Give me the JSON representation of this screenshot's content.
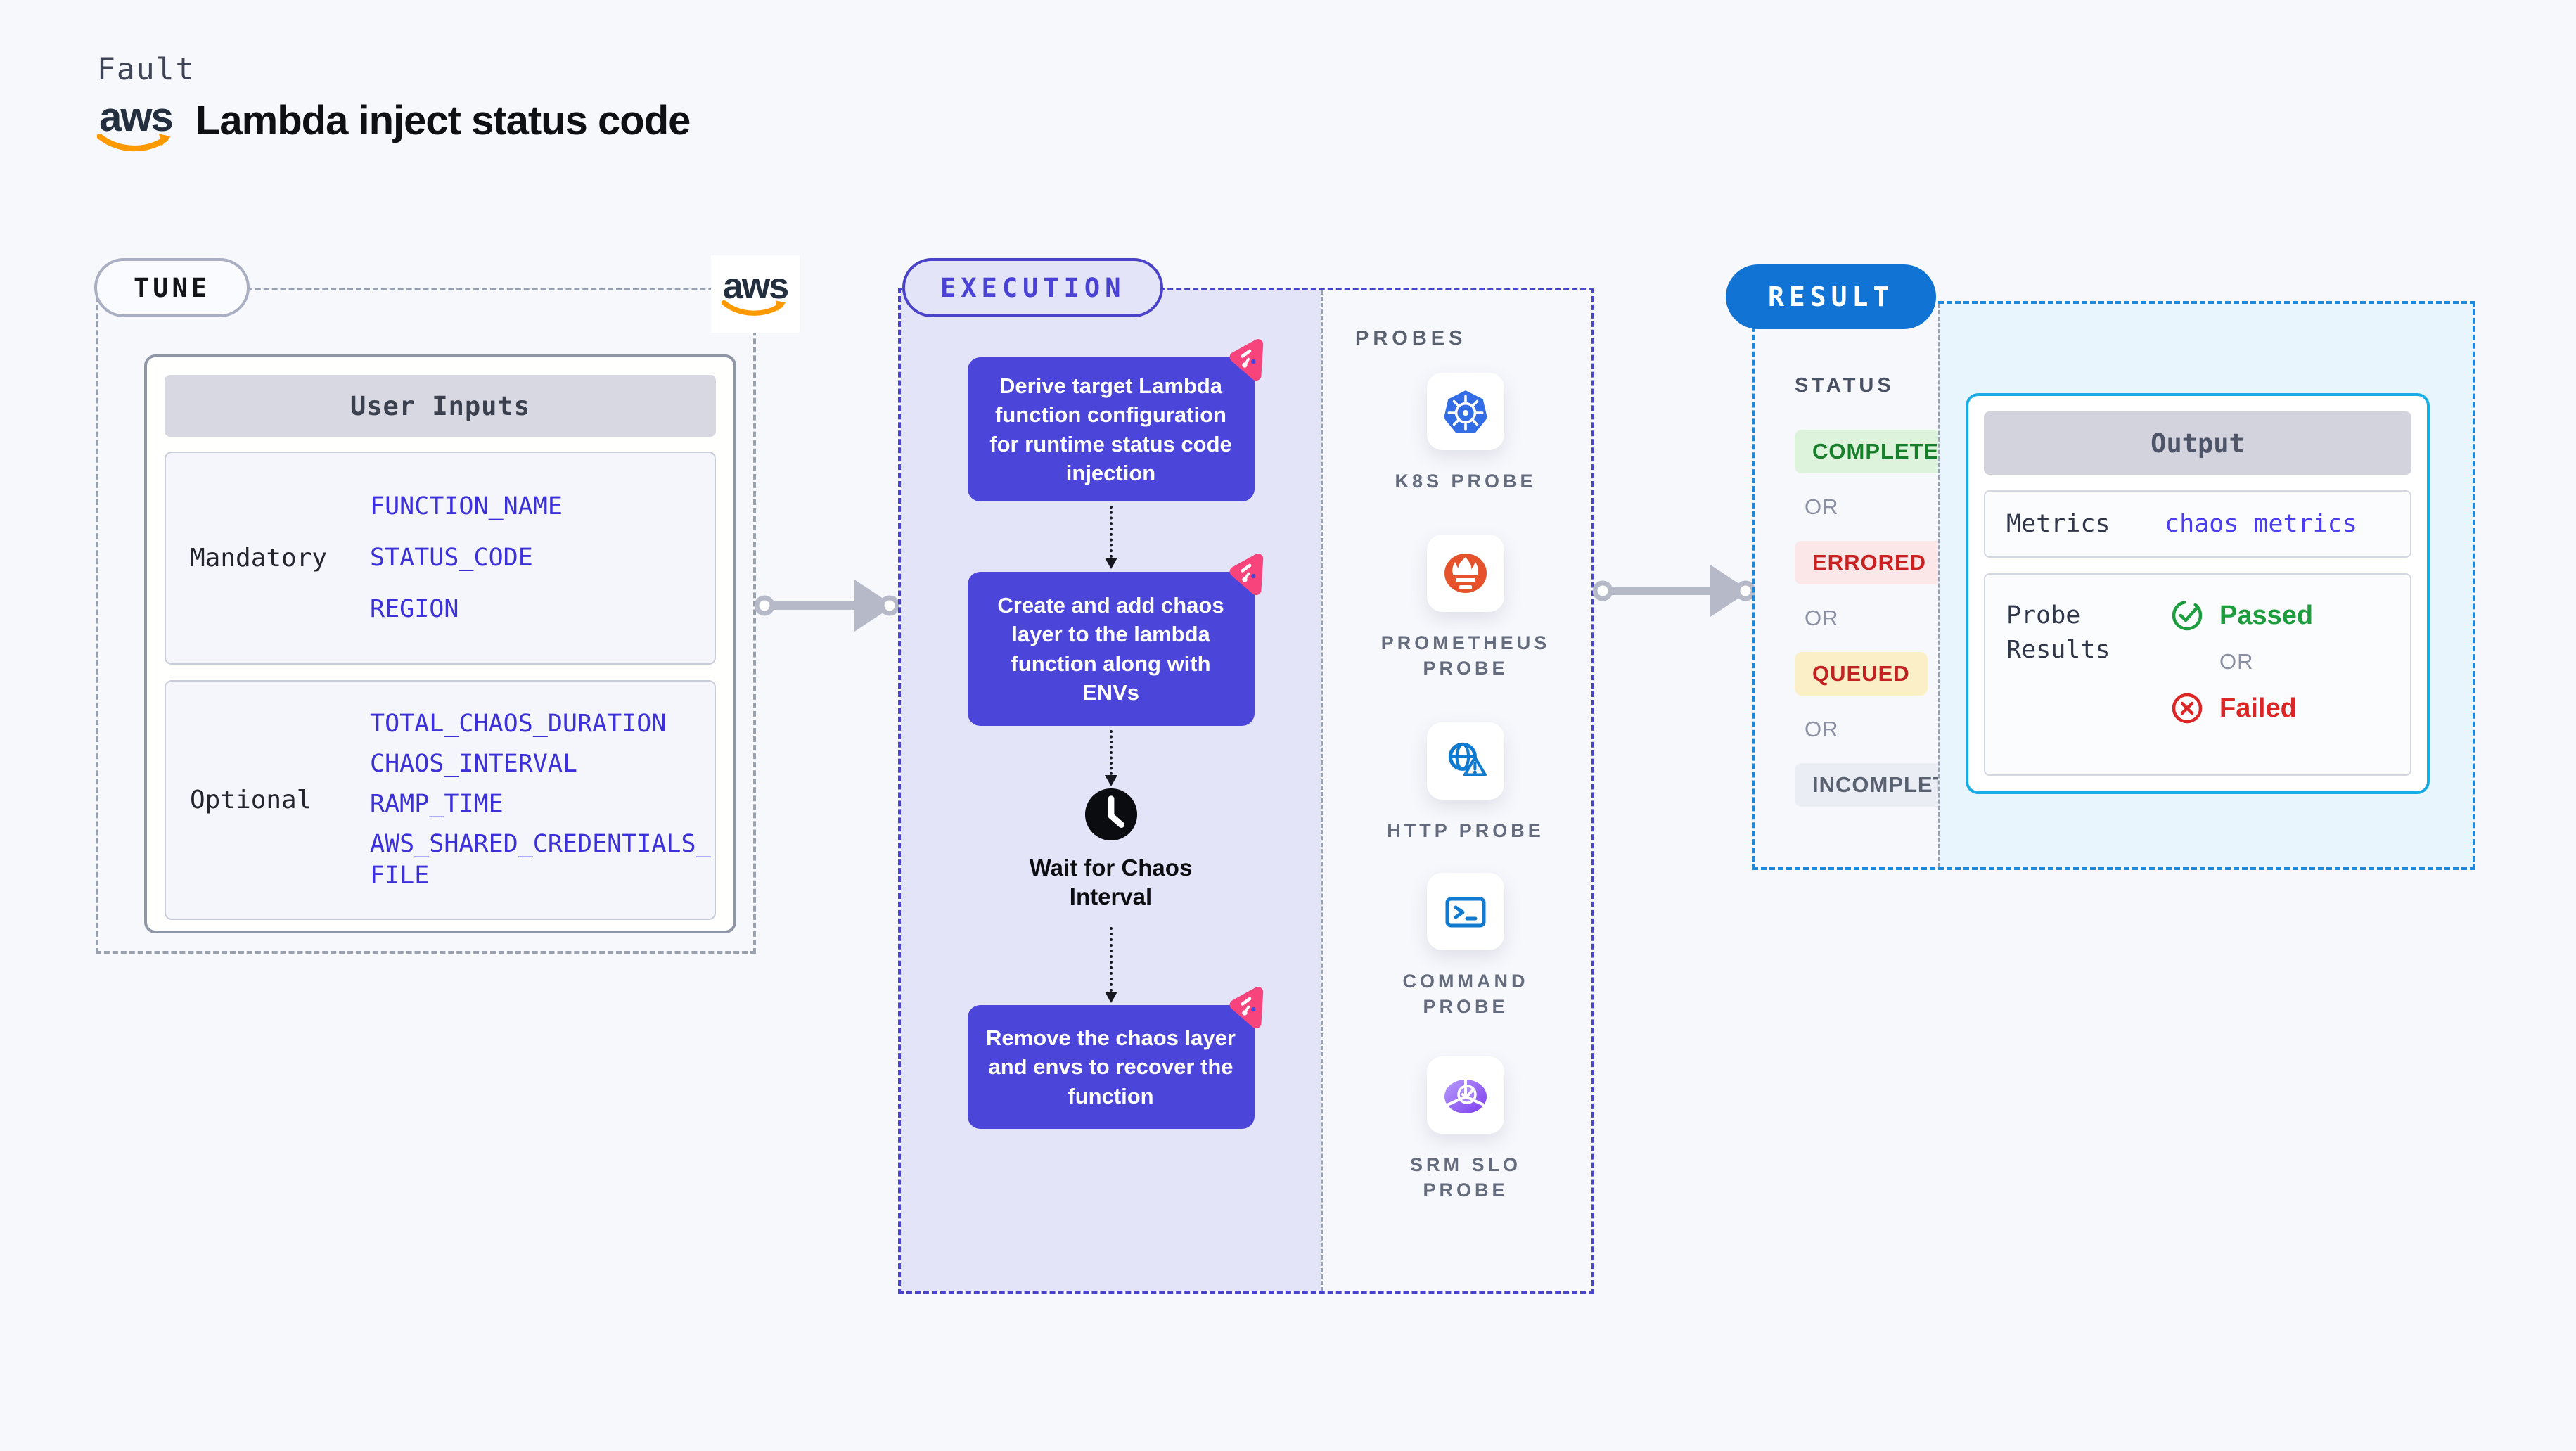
{
  "header": {
    "eyebrow": "Fault",
    "title": "Lambda inject status code",
    "aws_word": "aws"
  },
  "tune": {
    "badge": "TUNE",
    "table": {
      "header": "User Inputs",
      "rows": [
        {
          "label": "Mandatory",
          "params": [
            "FUNCTION_NAME",
            "STATUS_CODE",
            "REGION"
          ]
        },
        {
          "label": "Optional",
          "params": [
            "TOTAL_CHAOS_DURATION",
            "CHAOS_INTERVAL",
            "RAMP_TIME",
            "AWS_SHARED_CREDENTIALS_FILE"
          ]
        }
      ]
    }
  },
  "execution": {
    "badge": "EXECUTION",
    "steps": [
      "Derive target Lambda function configuration for runtime status code injection",
      "Create and add chaos layer to the lambda function along with ENVs",
      "Remove the chaos layer and envs to recover the function"
    ],
    "wait_label": "Wait for Chaos Interval"
  },
  "probes": {
    "title": "PROBES",
    "items": [
      {
        "label": "K8S PROBE",
        "icon": "kubernetes-icon"
      },
      {
        "label": "PROMETHEUS PROBE",
        "icon": "prometheus-icon"
      },
      {
        "label": "HTTP PROBE",
        "icon": "http-globe-icon"
      },
      {
        "label": "COMMAND PROBE",
        "icon": "terminal-icon"
      },
      {
        "label": "SRM SLO PROBE",
        "icon": "srm-slo-icon"
      }
    ]
  },
  "result": {
    "badge": "RESULT",
    "status_title": "STATUS",
    "or_label": "OR",
    "statuses": [
      {
        "label": "COMPLETED",
        "type": "completed"
      },
      {
        "label": "ERRORED",
        "type": "errored"
      },
      {
        "label": "QUEUED",
        "type": "queued"
      },
      {
        "label": "INCOMPLETED",
        "type": "incompleted"
      }
    ],
    "output": {
      "header": "Output",
      "metrics_label": "Metrics",
      "metrics_value": "chaos metrics",
      "probe_results_label": "Probe Results",
      "passed_label": "Passed",
      "failed_label": "Failed"
    }
  },
  "colors": {
    "accent_indigo": "#4b44d6",
    "accent_blue": "#1173d3",
    "accent_cyan": "#18ade5",
    "chaos_pink": "#f8447d",
    "param_blue": "#3c31d8",
    "passed_green": "#1d9e3e",
    "failed_red": "#dc2626",
    "aws_orange": "#ff9900"
  }
}
